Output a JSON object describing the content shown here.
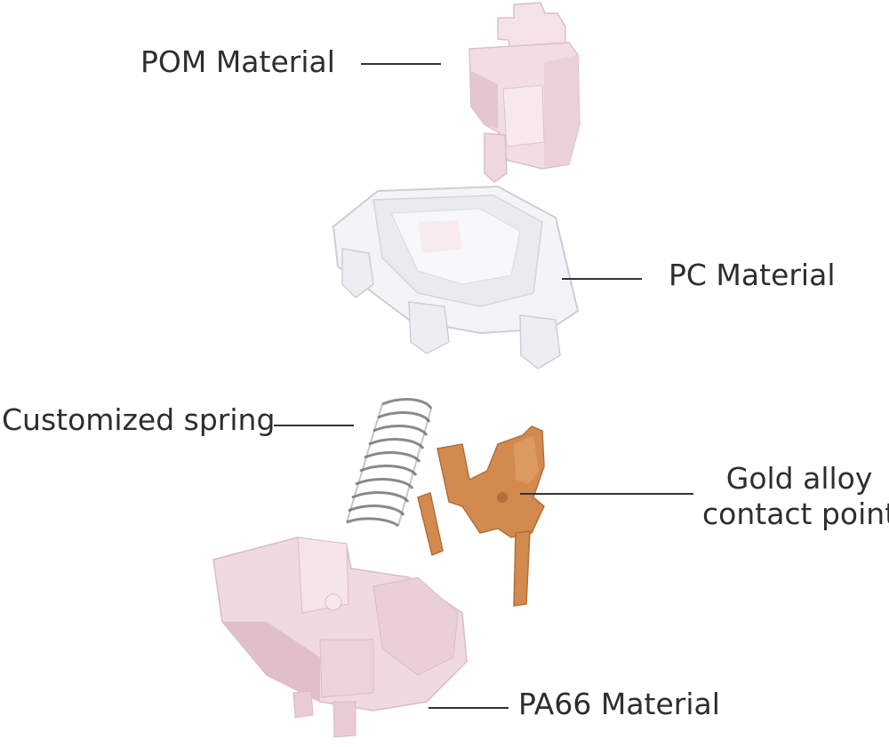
{
  "labels": {
    "pom": "POM Material",
    "pc": "PC Material",
    "spring": "Customized spring",
    "gold_line1": "Gold alloy",
    "gold_line2": "contact point",
    "pa66": "PA66 Material"
  },
  "colors": {
    "stem_pink": "#f2dde3",
    "stem_pink_shade": "#e3c6cf",
    "housing_clear": "#eef0f3",
    "housing_edge": "#c9cdd3",
    "spring_metal": "#8a8a8a",
    "contact_copper": "#d28a4e",
    "contact_copper_dark": "#b0703a",
    "base_pink": "#f1d9e1",
    "base_pink_shade": "#e0bfca",
    "leader_line": "#333333",
    "text": "#2e2e2e"
  }
}
